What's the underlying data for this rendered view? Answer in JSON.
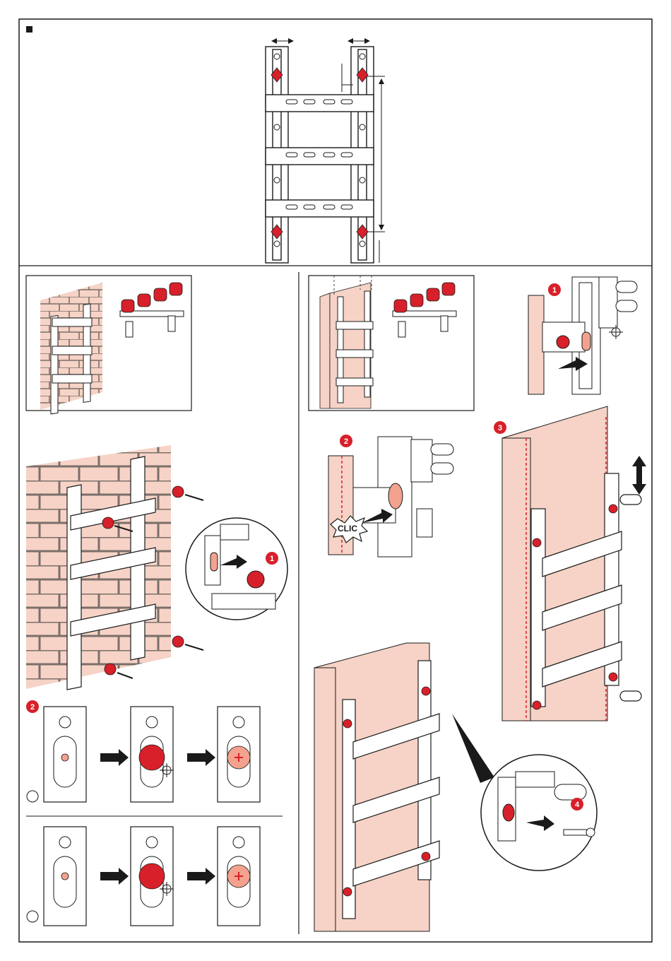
{
  "colors": {
    "frame": "#1a1a1a",
    "wall": "#f6d3c6",
    "brick_line": "#7b6f6a",
    "accent": "#d8202a",
    "light_red": "#f2a28e",
    "metal": "#ffffff",
    "shade": "#d8d8d8"
  },
  "icons": {
    "section_marker": "black-square-icon",
    "screwdriver": "crosshair-rotate-icon",
    "step_badge": "red-circle-number-icon"
  },
  "steps": {
    "s1": "1",
    "s2": "2",
    "s3": "3",
    "s4": "4"
  },
  "callouts": {
    "clic": "CLIC"
  }
}
